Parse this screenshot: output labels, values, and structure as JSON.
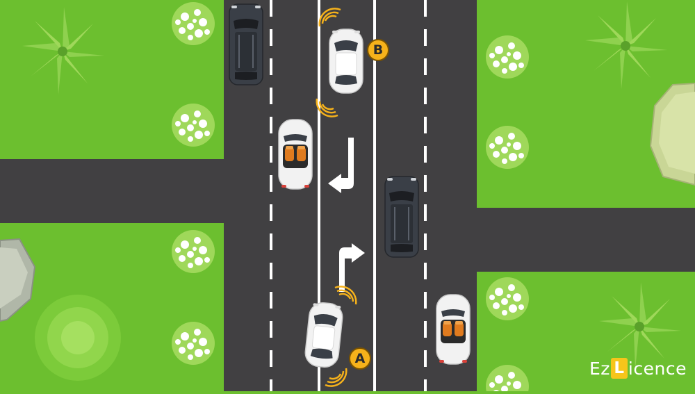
{
  "scene": {
    "colors": {
      "grass": "#6cbf2f",
      "road": "#414042",
      "lane_marking": "#ffffff",
      "indicator": "#f6b21b",
      "dark_car": "#3a3f47",
      "light_car": "#f1f1f1",
      "seat": "#e07b1e"
    }
  },
  "markers": {
    "a": "A",
    "b": "B"
  },
  "logo": {
    "before": "Ez",
    "plate": "L",
    "after": "icence"
  }
}
